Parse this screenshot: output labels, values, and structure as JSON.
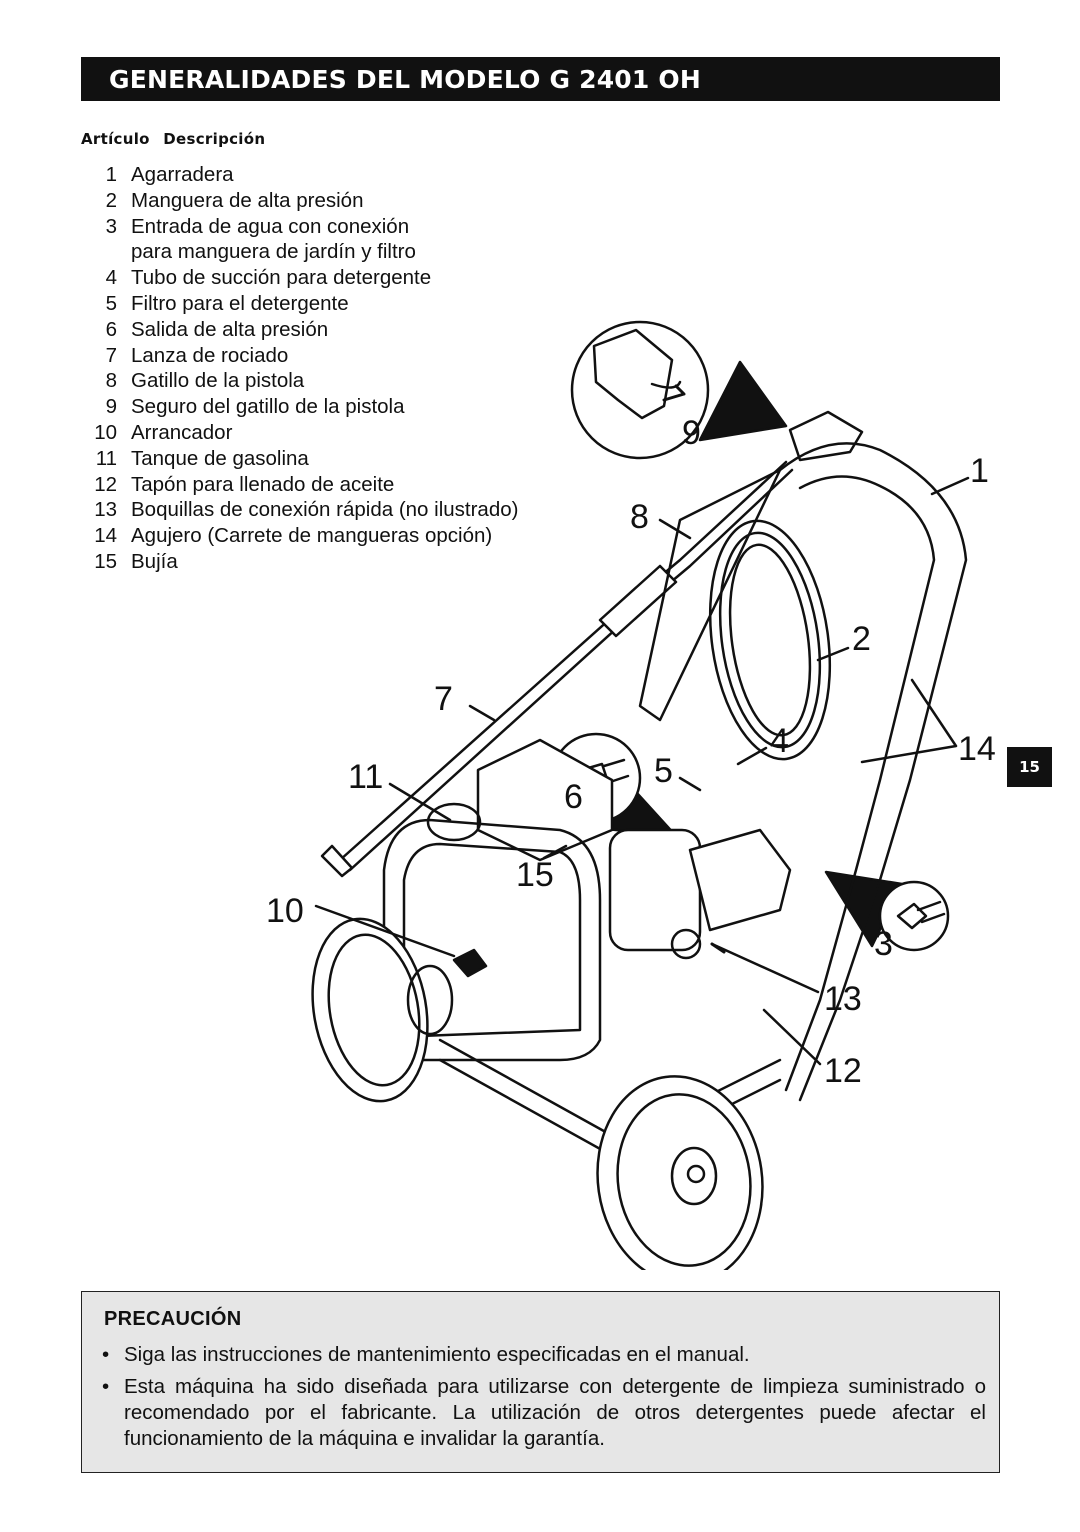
{
  "header": {
    "title": "GENERALIDADES DEL MODELO G 2401 OH"
  },
  "table_header": {
    "col_item": "Artículo",
    "col_description": "Descripción"
  },
  "parts": [
    {
      "num": "1",
      "text": "Agarradera"
    },
    {
      "num": "2",
      "text": "Manguera de alta presión"
    },
    {
      "num": "3",
      "text": "Entrada de agua con conexión"
    },
    {
      "num": "",
      "text": "para manguera de jardín y filtro"
    },
    {
      "num": "4",
      "text": "Tubo de succión para detergente"
    },
    {
      "num": "5",
      "text": "Filtro para el detergente"
    },
    {
      "num": "6",
      "text": "Salida de alta presión"
    },
    {
      "num": "7",
      "text": "Lanza de rociado"
    },
    {
      "num": "8",
      "text": "Gatillo de la pistola"
    },
    {
      "num": "9",
      "text": "Seguro del gatillo de la pistola"
    },
    {
      "num": "10",
      "text": "Arrancador"
    },
    {
      "num": "11",
      "text": "Tanque de gasolina"
    },
    {
      "num": "12",
      "text": "Tapón para llenado de aceite"
    },
    {
      "num": "13",
      "text": "Boquillas de conexión rápida (no ilustrado)"
    },
    {
      "num": "14",
      "text": "Agujero (Carrete de mangueras opción)"
    },
    {
      "num": "15",
      "text": "Bujía"
    }
  ],
  "diagram_callouts": [
    "1",
    "2",
    "3",
    "4",
    "5",
    "6",
    "7",
    "8",
    "9",
    "10",
    "11",
    "12",
    "13",
    "14",
    "15"
  ],
  "page_number": "15",
  "caution": {
    "title": "PRECAUCIÓN",
    "items": [
      "Siga las instrucciones de mantenimiento especificadas en el manual.",
      "Esta máquina ha sido diseñada para utilizarse con detergente de limpieza suministrado o recomendado por el fabricante. La utilización de otros detergentes puede afectar el funcionamiento de la máquina e invalidar la garantía."
    ]
  }
}
